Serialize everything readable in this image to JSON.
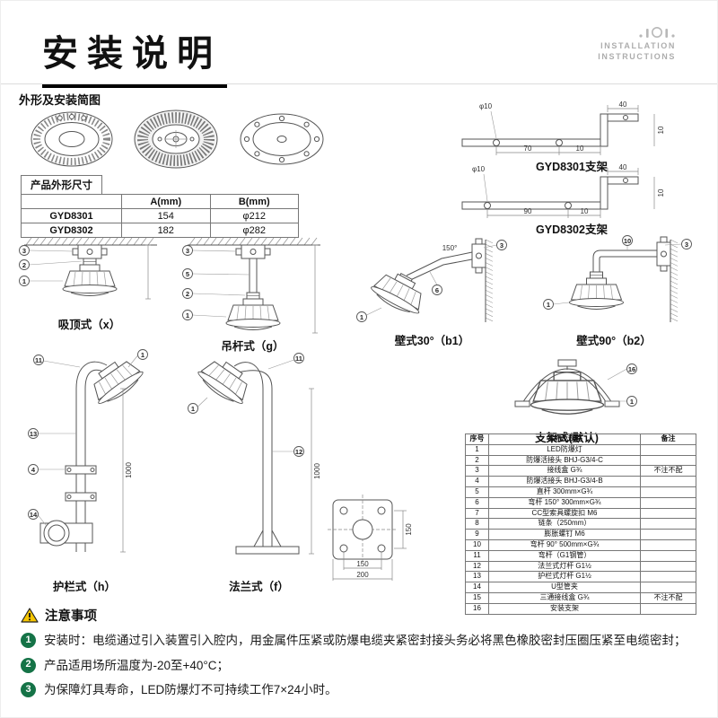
{
  "header": {
    "title": "安装说明",
    "brand_line1": "INSTALLATION",
    "brand_line2": "INSTRUCTIONS"
  },
  "outline": {
    "section_title": "外形及安装简图",
    "spec_table": {
      "title": "产品外形尺寸",
      "col_model": "",
      "col_a": "A(mm)",
      "col_b": "B(mm)",
      "rows": [
        {
          "model": "GYD8301",
          "a": "154",
          "b": "φ212"
        },
        {
          "model": "GYD8302",
          "a": "182",
          "b": "φ282"
        }
      ]
    },
    "bracket1": {
      "label": "GYD8301支架",
      "dim_hole": "φ10",
      "dim_top": "40",
      "dim_span": "70",
      "dim_end": "10",
      "dim_side": "10"
    },
    "bracket2": {
      "label": "GYD8302支架",
      "dim_hole": "φ10",
      "dim_top": "40",
      "dim_span": "90",
      "dim_end": "10",
      "dim_side": "10"
    }
  },
  "mounts": {
    "xiding": {
      "label": "吸顶式（x）",
      "b1": "3",
      "b2": "2",
      "b3": "1"
    },
    "diaogan": {
      "label": "吊杆式（g）",
      "b1": "3",
      "b2": "5",
      "b3": "2",
      "b4": "1"
    },
    "bishi30": {
      "label": "壁式30°（b1）",
      "b1": "3",
      "b2": "6",
      "b3": "1",
      "dim": "150°"
    },
    "bishi90": {
      "label": "壁式90°（b2）",
      "b1": "3",
      "b2": "10",
      "b3": "1"
    },
    "zhijia": {
      "label": "支架式(默认)",
      "b1": "16",
      "b2": "1"
    },
    "hulan": {
      "label": "护栏式（h）",
      "b1": "1",
      "b2": "11",
      "b3": "13",
      "b4": "4",
      "b5": "14",
      "dim": "1000"
    },
    "falan": {
      "label": "法兰式（f）",
      "b1": "1",
      "b2": "11",
      "b3": "12",
      "dim": "1000"
    },
    "flange_detail": {
      "dim_side": "150",
      "dim_inner": "150",
      "dim_outer": "200"
    }
  },
  "parts_table": {
    "headers": [
      "序号",
      "名称及规格",
      "备注"
    ],
    "rows": [
      [
        "1",
        "LED防爆灯",
        ""
      ],
      [
        "2",
        "防爆活接头 BHJ-G3/4-C",
        ""
      ],
      [
        "3",
        "接线盒 G¾",
        "不注不配"
      ],
      [
        "4",
        "防爆活接头 BHJ-G3/4-B",
        ""
      ],
      [
        "5",
        "直杆 300mm×G¾",
        ""
      ],
      [
        "6",
        "弯杆 150° 300mm×G¾",
        ""
      ],
      [
        "7",
        "CC型索具螺旋扣 M6",
        ""
      ],
      [
        "8",
        "链条（250mm）",
        ""
      ],
      [
        "9",
        "膨胀螺钉 M6",
        ""
      ],
      [
        "10",
        "弯杆 90° 500mm×G¾",
        ""
      ],
      [
        "11",
        "弯杆（G1钢管）",
        ""
      ],
      [
        "12",
        "法兰式灯杆 G1½",
        ""
      ],
      [
        "13",
        "护栏式灯杆 G1½",
        ""
      ],
      [
        "14",
        "U型管夹",
        ""
      ],
      [
        "15",
        "三通接线盒 G¾",
        "不注不配"
      ],
      [
        "16",
        "安装支架",
        ""
      ]
    ]
  },
  "notice": {
    "title": "注意事项",
    "notes": [
      {
        "num": "1",
        "text": "安装时：电缆通过引入装置引入腔内，用金属件压紧或防爆电缆夹紧密封接头务必将黑色橡胶密封压圈压紧至电缆密封；"
      },
      {
        "num": "2",
        "text": "产品适用场所温度为-20至+40°C；"
      },
      {
        "num": "3",
        "text": "为保障灯具寿命，LED防爆灯不可持续工作7×24小时。"
      }
    ]
  },
  "colors": {
    "note_badge_green": "#157347",
    "warning_yellow": "#f6c500"
  }
}
